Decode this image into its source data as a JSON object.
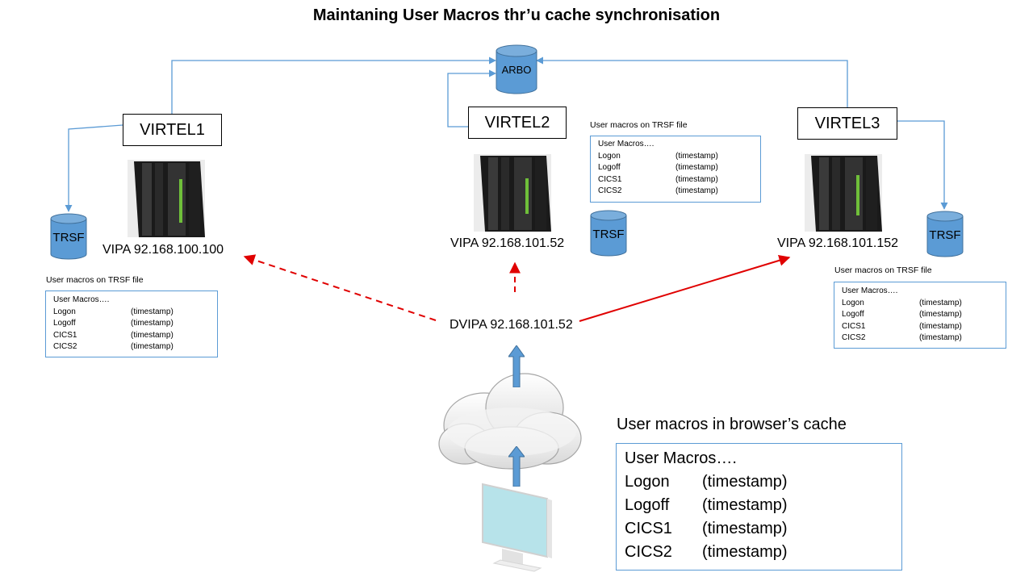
{
  "title": "Maintaning User Macros thr’u cache synchronisation",
  "arbo": "ARBO",
  "virtel": [
    "VIRTEL1",
    "VIRTEL2",
    "VIRTEL3"
  ],
  "trsf": "TRSF",
  "vipa": [
    "VIPA 92.168.100.100",
    "VIPA 92.168.101.52",
    "VIPA 92.168.101.152"
  ],
  "dvipa": "DVIPA 92.168.101.52",
  "trsf_panel_caption": "User macros on TRSF file",
  "browser_caption": "User macros in browser’s cache",
  "macros": {
    "header": "User Macros….",
    "rows": [
      {
        "name": "Logon",
        "ts": "(timestamp)"
      },
      {
        "name": "Logoff",
        "ts": "(timestamp)"
      },
      {
        "name": "CICS1",
        "ts": "(timestamp)"
      },
      {
        "name": "CICS2",
        "ts": "(timestamp)"
      }
    ]
  },
  "colors": {
    "connector": "#5b9bd5",
    "cylinder": "#5b9bd5",
    "red_arrow": "#e00000",
    "panel_border": "#5b9bd5"
  }
}
